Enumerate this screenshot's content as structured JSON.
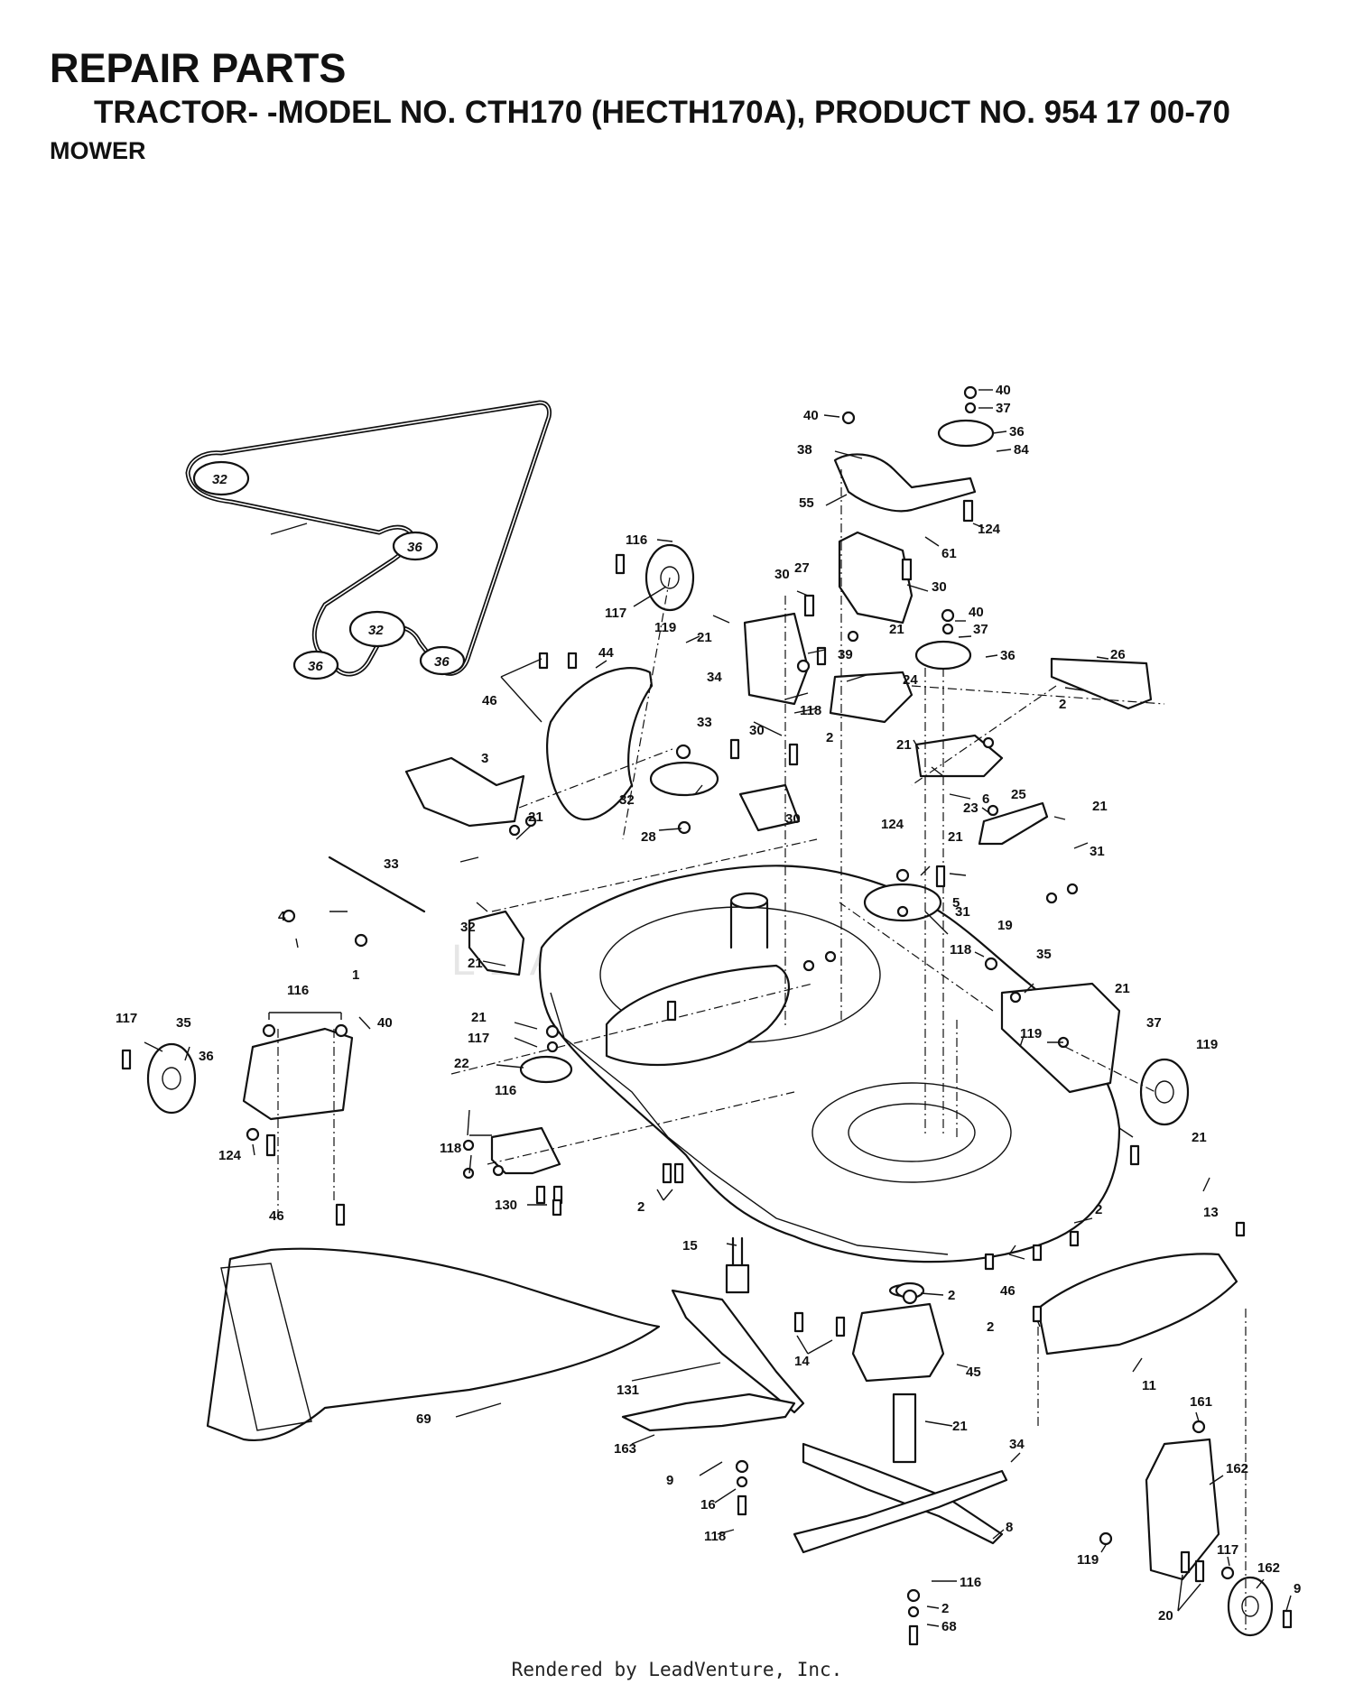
{
  "header": {
    "title": "REPAIR PARTS",
    "model_line": "TRACTOR- -MODEL NO. CTH170 (HECTH170A), PRODUCT NO. 954 17 00-70",
    "section": "MOWER"
  },
  "footer": {
    "credit": "Rendered by LeadVenture, Inc."
  },
  "watermark": "LEADVENTURE",
  "callouts": [
    {
      "id": "c1",
      "label": "40"
    },
    {
      "id": "c2",
      "label": "37"
    },
    {
      "id": "c3",
      "label": "36"
    },
    {
      "id": "c4",
      "label": "84"
    },
    {
      "id": "c5",
      "label": "40"
    },
    {
      "id": "c6",
      "label": "38"
    },
    {
      "id": "c7",
      "label": "55"
    },
    {
      "id": "c8",
      "label": "124"
    },
    {
      "id": "c9",
      "label": "61"
    },
    {
      "id": "c10",
      "label": "116"
    },
    {
      "id": "c11",
      "label": "30"
    },
    {
      "id": "c12",
      "label": "27"
    },
    {
      "id": "c13",
      "label": "30"
    },
    {
      "id": "c14",
      "label": "117"
    },
    {
      "id": "c15",
      "label": "119"
    },
    {
      "id": "c16",
      "label": "40"
    },
    {
      "id": "c17",
      "label": "37"
    },
    {
      "id": "c18",
      "label": "21"
    },
    {
      "id": "c19",
      "label": "21"
    },
    {
      "id": "c20",
      "label": "39"
    },
    {
      "id": "c21",
      "label": "36"
    },
    {
      "id": "c22",
      "label": "26"
    },
    {
      "id": "c23",
      "label": "34"
    },
    {
      "id": "c24",
      "label": "24"
    },
    {
      "id": "c25",
      "label": "118"
    },
    {
      "id": "c26",
      "label": "46"
    },
    {
      "id": "c27",
      "label": "44"
    },
    {
      "id": "c28",
      "label": "2"
    },
    {
      "id": "c29",
      "label": "33"
    },
    {
      "id": "c30",
      "label": "30"
    },
    {
      "id": "c31",
      "label": "2"
    },
    {
      "id": "c32",
      "label": "21"
    },
    {
      "id": "c33",
      "label": "3"
    },
    {
      "id": "c34",
      "label": "32"
    },
    {
      "id": "c35",
      "label": "23"
    },
    {
      "id": "c36",
      "label": "21"
    },
    {
      "id": "c37",
      "label": "25"
    },
    {
      "id": "c38",
      "label": "21"
    },
    {
      "id": "c39",
      "label": "31"
    },
    {
      "id": "c40",
      "label": "28"
    },
    {
      "id": "c41",
      "label": "30"
    },
    {
      "id": "c42",
      "label": "124"
    },
    {
      "id": "c43",
      "label": "21"
    },
    {
      "id": "c44",
      "label": "6"
    },
    {
      "id": "c45",
      "label": "33"
    },
    {
      "id": "c46",
      "label": "5"
    },
    {
      "id": "c47",
      "label": "4"
    },
    {
      "id": "c48",
      "label": "32"
    },
    {
      "id": "c49",
      "label": "31"
    },
    {
      "id": "c50",
      "label": "118"
    },
    {
      "id": "c51",
      "label": "19"
    },
    {
      "id": "c52",
      "label": "1"
    },
    {
      "id": "c53",
      "label": "21"
    },
    {
      "id": "c54",
      "label": "35"
    },
    {
      "id": "c55",
      "label": "21"
    },
    {
      "id": "c56",
      "label": "116"
    },
    {
      "id": "c57",
      "label": "117"
    },
    {
      "id": "c58",
      "label": "35"
    },
    {
      "id": "c59",
      "label": "40"
    },
    {
      "id": "c60",
      "label": "21"
    },
    {
      "id": "c61",
      "label": "119"
    },
    {
      "id": "c62",
      "label": "37"
    },
    {
      "id": "c63",
      "label": "117"
    },
    {
      "id": "c64",
      "label": "119"
    },
    {
      "id": "c65",
      "label": "36"
    },
    {
      "id": "c66",
      "label": "22"
    },
    {
      "id": "c67",
      "label": "116"
    },
    {
      "id": "c68",
      "label": "21"
    },
    {
      "id": "c69",
      "label": "118"
    },
    {
      "id": "c70",
      "label": "124"
    },
    {
      "id": "c71",
      "label": "130"
    },
    {
      "id": "c72",
      "label": "2"
    },
    {
      "id": "c73",
      "label": "2"
    },
    {
      "id": "c74",
      "label": "46"
    },
    {
      "id": "c75",
      "label": "13"
    },
    {
      "id": "c76",
      "label": "15"
    },
    {
      "id": "c77",
      "label": "2"
    },
    {
      "id": "c78",
      "label": "46"
    },
    {
      "id": "c79",
      "label": "2"
    },
    {
      "id": "c80",
      "label": "14"
    },
    {
      "id": "c81",
      "label": "45"
    },
    {
      "id": "c82",
      "label": "11"
    },
    {
      "id": "c83",
      "label": "131"
    },
    {
      "id": "c84",
      "label": "69"
    },
    {
      "id": "c85",
      "label": "21"
    },
    {
      "id": "c86",
      "label": "161"
    },
    {
      "id": "c87",
      "label": "163"
    },
    {
      "id": "c88",
      "label": "34"
    },
    {
      "id": "c89",
      "label": "162"
    },
    {
      "id": "c90",
      "label": "9"
    },
    {
      "id": "c91",
      "label": "16"
    },
    {
      "id": "c92",
      "label": "8"
    },
    {
      "id": "c93",
      "label": "118"
    },
    {
      "id": "c94",
      "label": "119"
    },
    {
      "id": "c95",
      "label": "117"
    },
    {
      "id": "c96",
      "label": "162"
    },
    {
      "id": "c97",
      "label": "116"
    },
    {
      "id": "c98",
      "label": "9"
    },
    {
      "id": "c99",
      "label": "2"
    },
    {
      "id": "c100",
      "label": "20"
    },
    {
      "id": "c101",
      "label": "68"
    }
  ],
  "pulley_labels": [
    {
      "id": "p1",
      "label": "32"
    },
    {
      "id": "p2",
      "label": "36"
    },
    {
      "id": "p3",
      "label": "32"
    },
    {
      "id": "p4",
      "label": "36"
    },
    {
      "id": "p5",
      "label": "36"
    }
  ]
}
